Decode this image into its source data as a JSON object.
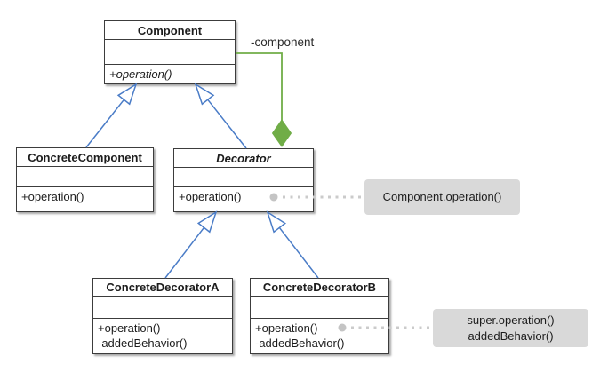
{
  "diagram": {
    "kind": "UML class diagram — Decorator pattern"
  },
  "classes": {
    "component": {
      "name": "Component",
      "operations": [
        "+operation()"
      ]
    },
    "concrete_component": {
      "name": "ConcreteComponent",
      "operations": [
        "+operation()"
      ]
    },
    "decorator": {
      "name": "Decorator",
      "operations": [
        "+operation()"
      ]
    },
    "concrete_decorator_a": {
      "name": "ConcreteDecoratorA",
      "operations": [
        "+operation()",
        "-addedBehavior()"
      ]
    },
    "concrete_decorator_b": {
      "name": "ConcreteDecoratorB",
      "operations": [
        "+operation()",
        "-addedBehavior()"
      ]
    }
  },
  "labels": {
    "aggregation_role": "-component"
  },
  "notes": {
    "decorator_operation": {
      "line1": "Component.operation()"
    },
    "concrete_decorator_b_operation": {
      "line1": "super.operation()",
      "line2": "addedBehavior()"
    }
  },
  "colors": {
    "inheritance_blue": "#4a7cc7",
    "aggregation_green": "#70ad47",
    "note_background": "#d9d9d9",
    "dependency_dot_gray": "#c4c4c4",
    "box_border": "#3c3c3c"
  }
}
